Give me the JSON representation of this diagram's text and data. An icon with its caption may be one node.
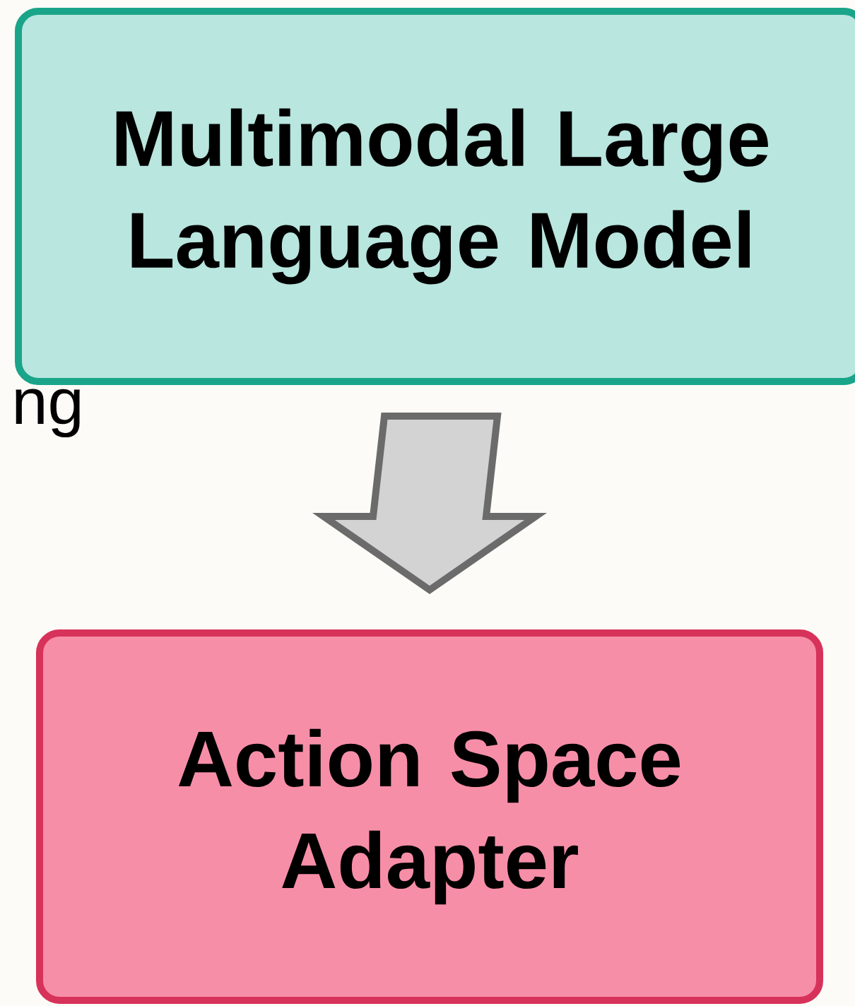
{
  "diagram": {
    "nodes": [
      {
        "text": [
          "Multimodal Large Language Model"
        ]
      },
      {
        "text": [
          "Action Space Adapter"
        ]
      }
    ],
    "edges": [
      {
        "from": 0,
        "to": 1,
        "arrow": "to"
      }
    ],
    "labels": [
      "ng"
    ]
  }
}
